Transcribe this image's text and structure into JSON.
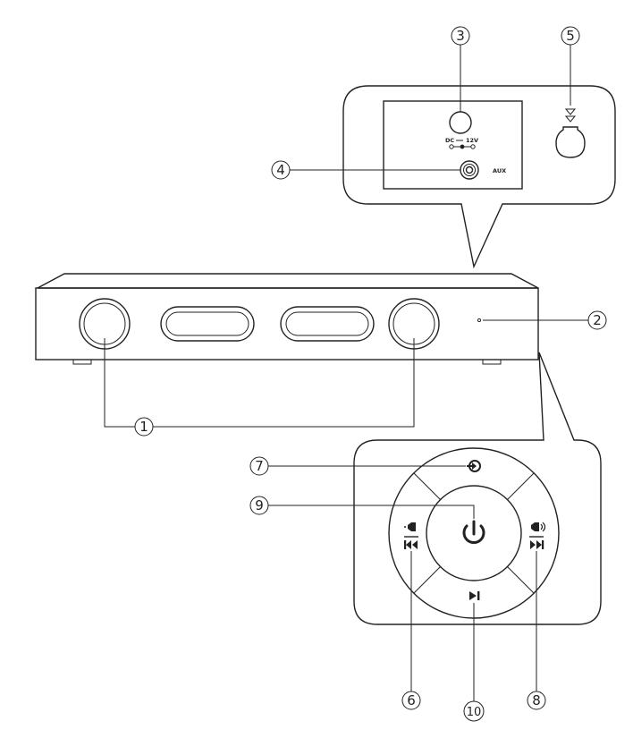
{
  "callouts": {
    "c1": "1",
    "c2": "2",
    "c3": "3",
    "c4": "4",
    "c5": "5",
    "c6": "6",
    "c7": "7",
    "c8": "8",
    "c9": "9",
    "c10": "10"
  },
  "rear_panel": {
    "dc_label": "DC",
    "voltage_label": "12V",
    "aux_label": "AUX"
  },
  "icons": {
    "source": "input-source-icon",
    "power": "power-icon",
    "volume_down_prev": "volume-down-previous-icon",
    "volume_up_next": "volume-up-next-icon",
    "play_pause": "play-pause-icon",
    "wall_mount": "keyhole-mount-icon"
  },
  "colors": {
    "stroke": "#222222",
    "background": "#ffffff"
  }
}
